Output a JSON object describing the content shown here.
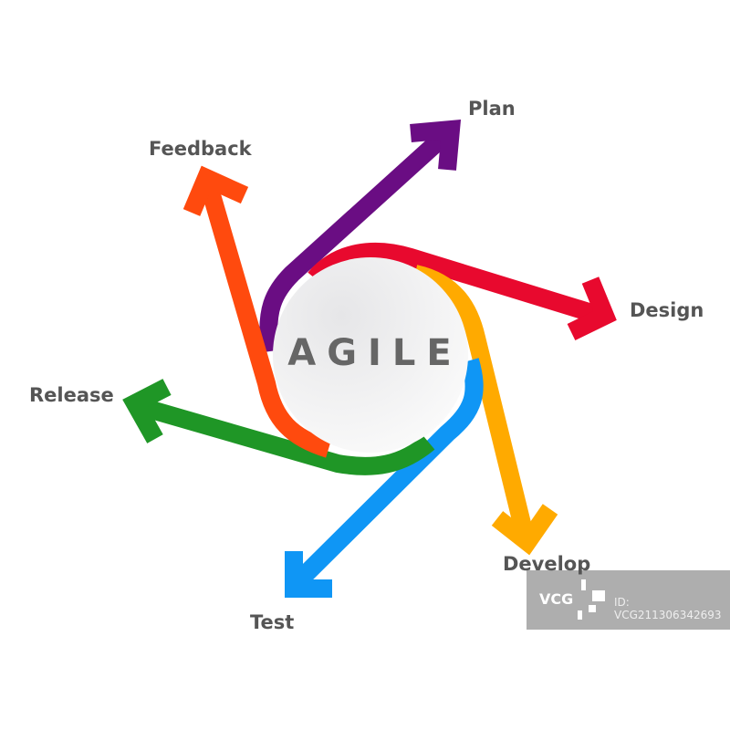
{
  "title": "AGILE",
  "stages": [
    {
      "label": "Plan",
      "color": "#6a0d83"
    },
    {
      "label": "Design",
      "color": "#e8092e"
    },
    {
      "label": "Develop",
      "color": "#ffaa00"
    },
    {
      "label": "Test",
      "color": "#0f96f5"
    },
    {
      "label": "Release",
      "color": "#1f9626"
    },
    {
      "label": "Feedback",
      "color": "#ff4a0e"
    }
  ],
  "watermark": {
    "logo": "VCG",
    "id": "ID: VCG211306342693"
  }
}
